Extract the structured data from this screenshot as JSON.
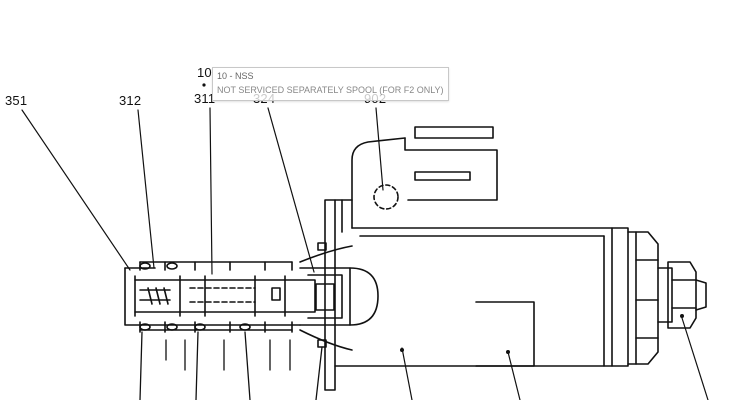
{
  "callouts": {
    "c351": "351",
    "c312": "312",
    "c311": "311",
    "c10": "10",
    "c324": "324",
    "c902": "902"
  },
  "tooltip": {
    "title": "10 - NSS",
    "text": "NOT SERVICED SEPARATELY SPOOL (FOR F2 ONLY)"
  },
  "colors": {
    "ink": "#111111",
    "tooltip_border": "#c8c8c8",
    "tooltip_text": "#777777"
  }
}
